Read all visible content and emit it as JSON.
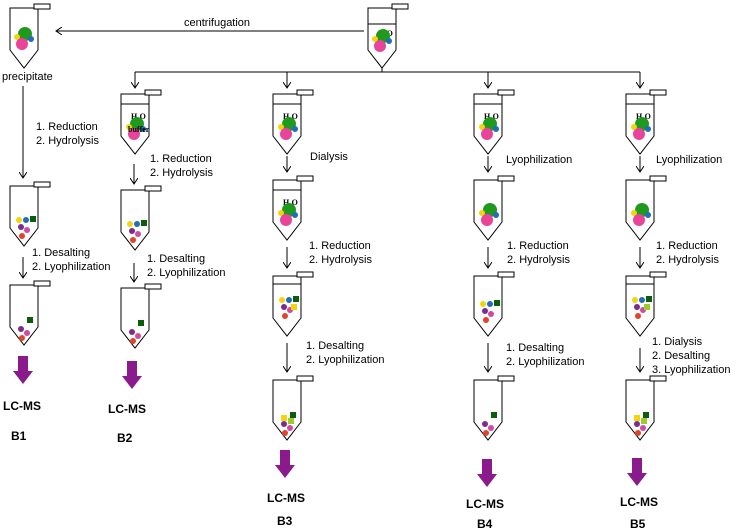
{
  "colors": {
    "line": "#000000",
    "big_arrow": "#8b1a8c",
    "green": "#1f9a1f",
    "dark_green": "#0b5d0b",
    "magenta": "#e8449a",
    "yellow": "#f2d40f",
    "lime": "#9ccc2a",
    "blue": "#1f6fb5",
    "teal": "#1a7f86",
    "purple": "#7b2d8e",
    "pink": "#cf4aa0",
    "red": "#e0452a",
    "orange": "#ef7b1f"
  },
  "labels": {
    "centrifugation": "centrifugation",
    "precipitate": "precipitate",
    "h2o": "H₂O",
    "buffer": "buffer",
    "dialysis": "Dialysis",
    "lyophilization": "Lyophilization",
    "reduction": "1. Reduction",
    "hydrolysis": "2. Hydrolysis",
    "desalting_1": "1. Desalting",
    "lyophilization_2": "2. Lyophilization",
    "dialysis_1": "1. Dialysis",
    "desalting_2": "2. Desalting",
    "lyophilization_3": "3. Lyophilization",
    "lcms": "LC-MS"
  },
  "branches": [
    {
      "name": "B1"
    },
    {
      "name": "B2"
    },
    {
      "name": "B3"
    },
    {
      "name": "B4"
    },
    {
      "name": "B5"
    }
  ]
}
